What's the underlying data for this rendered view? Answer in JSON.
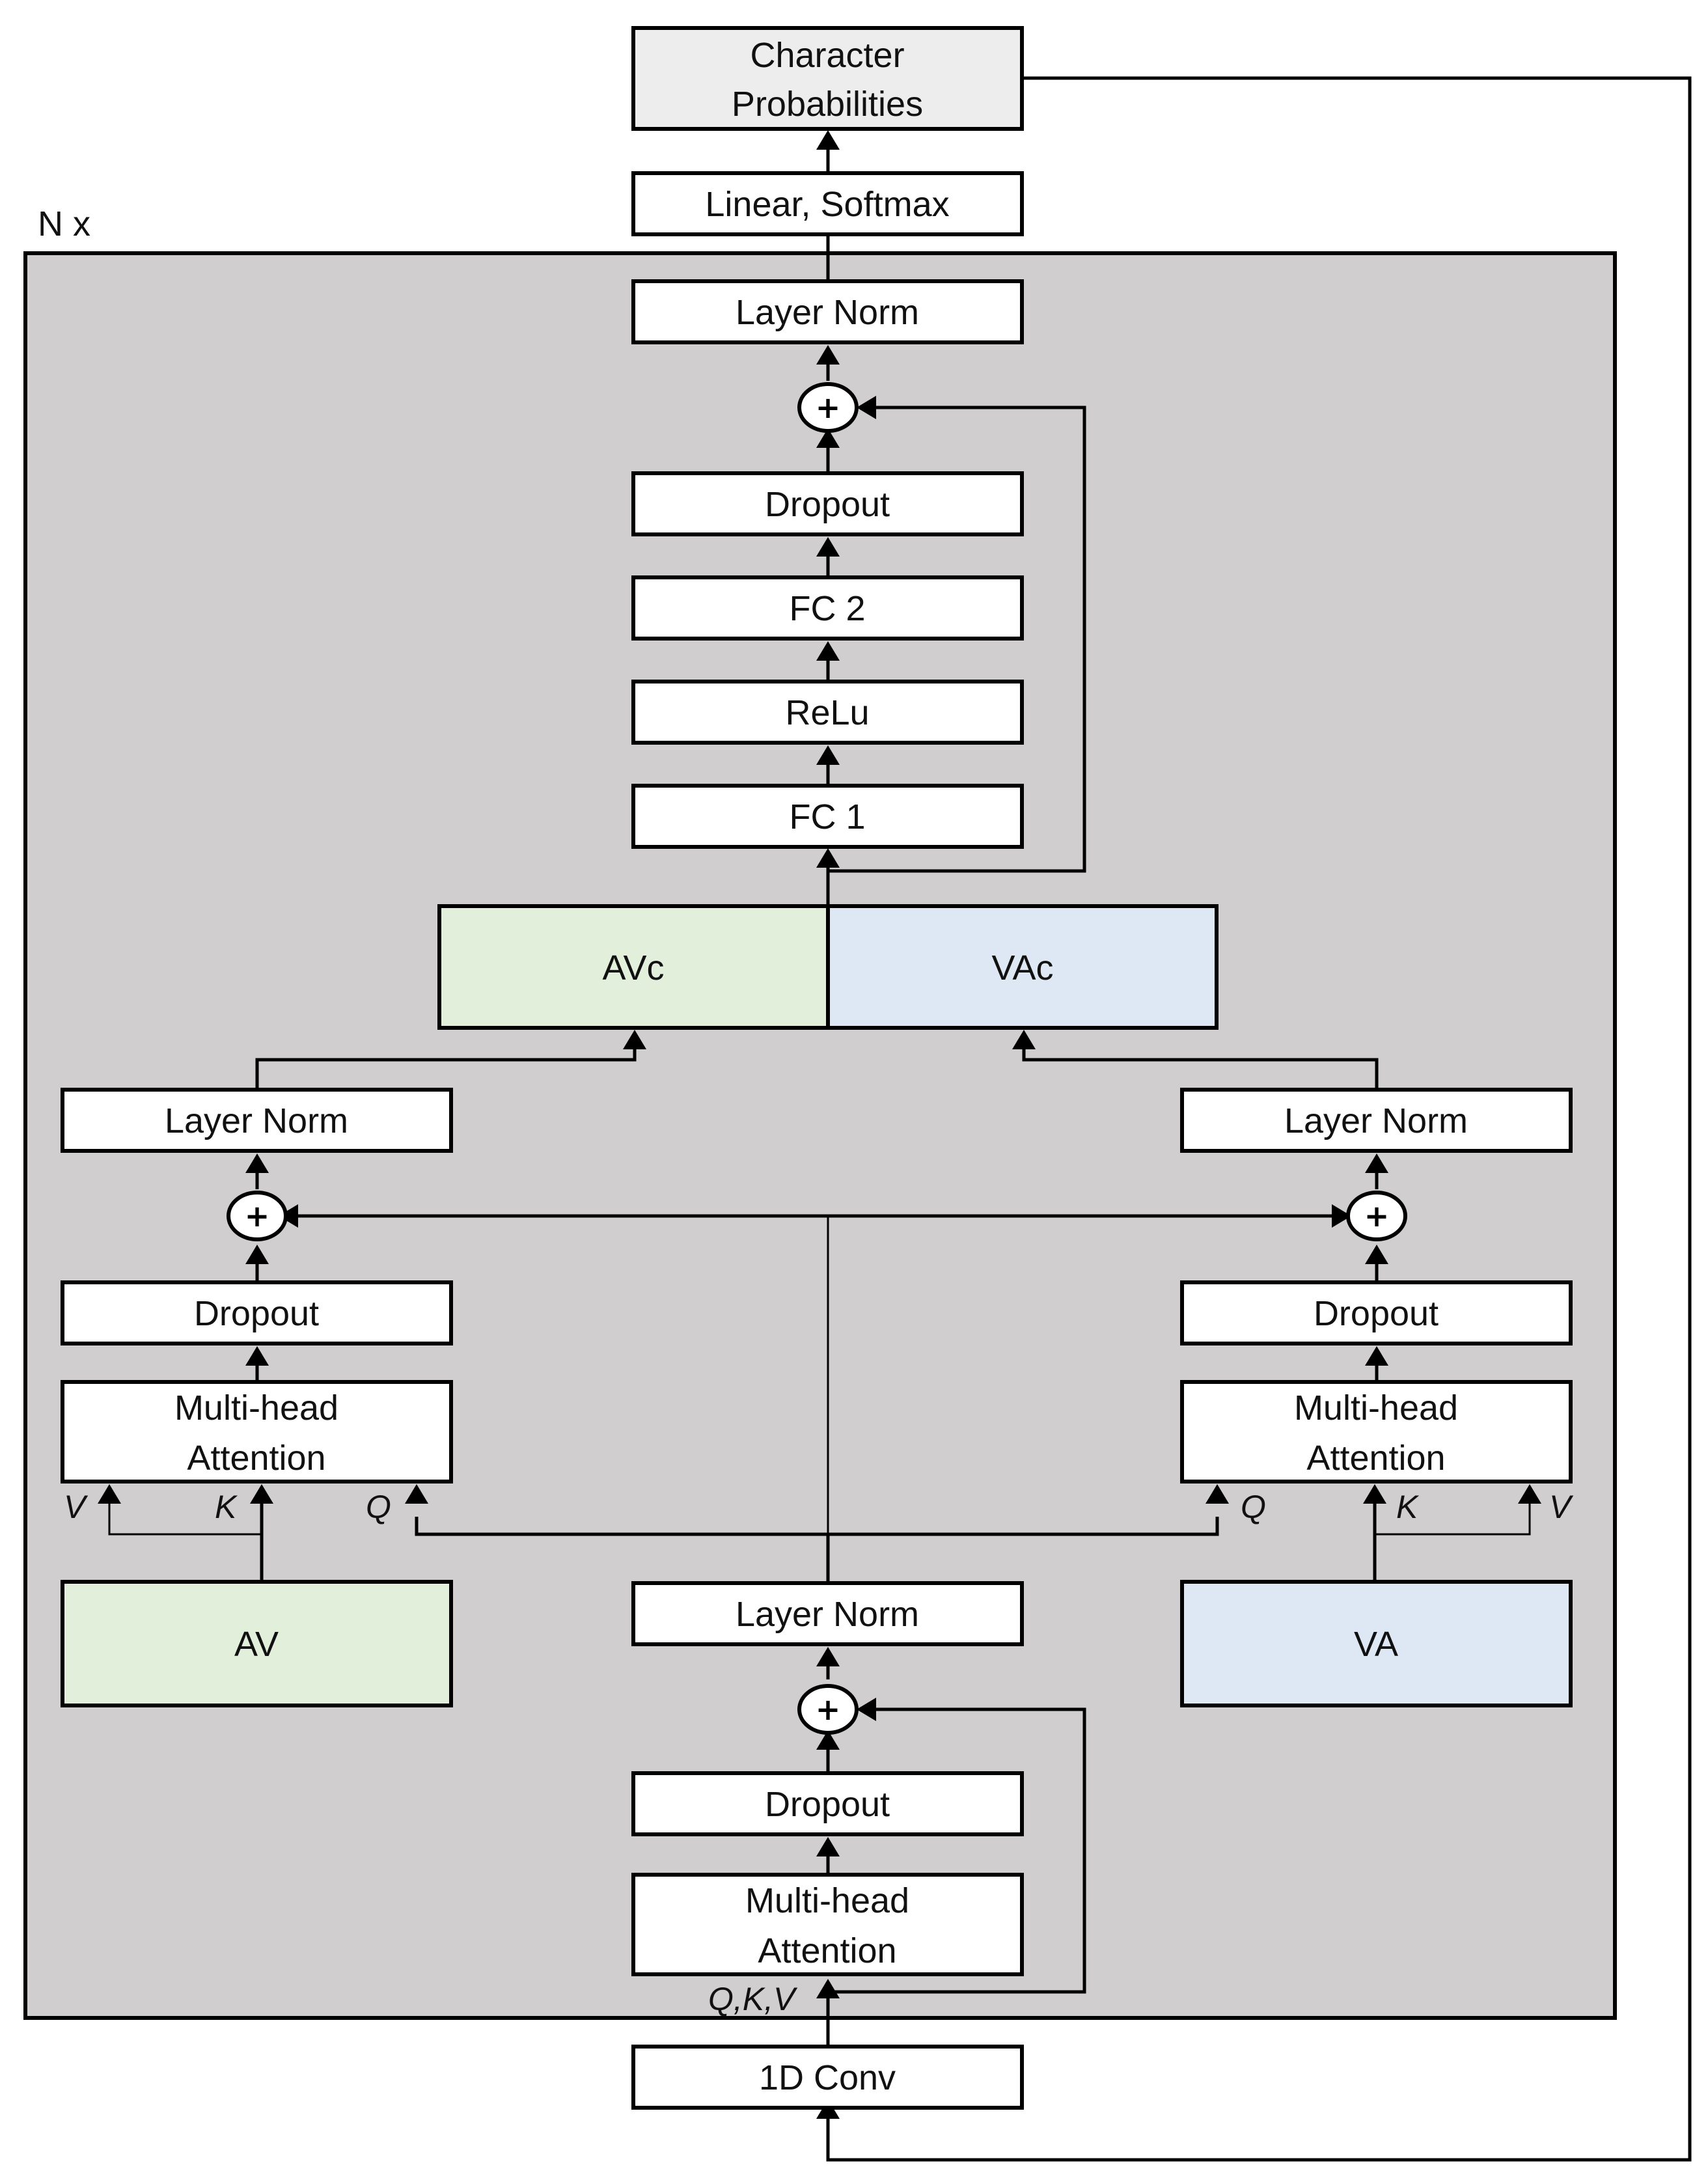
{
  "repeat_label": "N x",
  "blocks": {
    "char_probs": [
      "Character",
      "Probabilities"
    ],
    "linear_softmax": "Linear, Softmax",
    "top_layer_norm": "Layer Norm",
    "top_dropout": "Dropout",
    "fc2": "FC 2",
    "relu": "ReLu",
    "fc1": "FC 1",
    "avc": "AVc",
    "vac": "VAc",
    "left_layer_norm": "Layer Norm",
    "right_layer_norm": "Layer Norm",
    "left_dropout": "Dropout",
    "right_dropout": "Dropout",
    "left_mha": [
      "Multi-head",
      "Attention"
    ],
    "right_mha": [
      "Multi-head",
      "Attention"
    ],
    "av": "AV",
    "va": "VA",
    "center_layer_norm": "Layer Norm",
    "center_dropout": "Dropout",
    "center_mha": [
      "Multi-head",
      "Attention"
    ],
    "conv1d": "1D Conv"
  },
  "inputs": {
    "left_v": "V",
    "left_k": "K",
    "left_q": "Q",
    "right_q": "Q",
    "right_k": "K",
    "right_v": "V",
    "center_qkv": "Q,K,V"
  },
  "plus_symbol": "+",
  "colors": {
    "container_fill": "#d0cece",
    "char_probs_fill": "#ededed",
    "av_fill": "#e2efda",
    "va_fill": "#dde8f4",
    "block_fill": "#ffffff"
  }
}
